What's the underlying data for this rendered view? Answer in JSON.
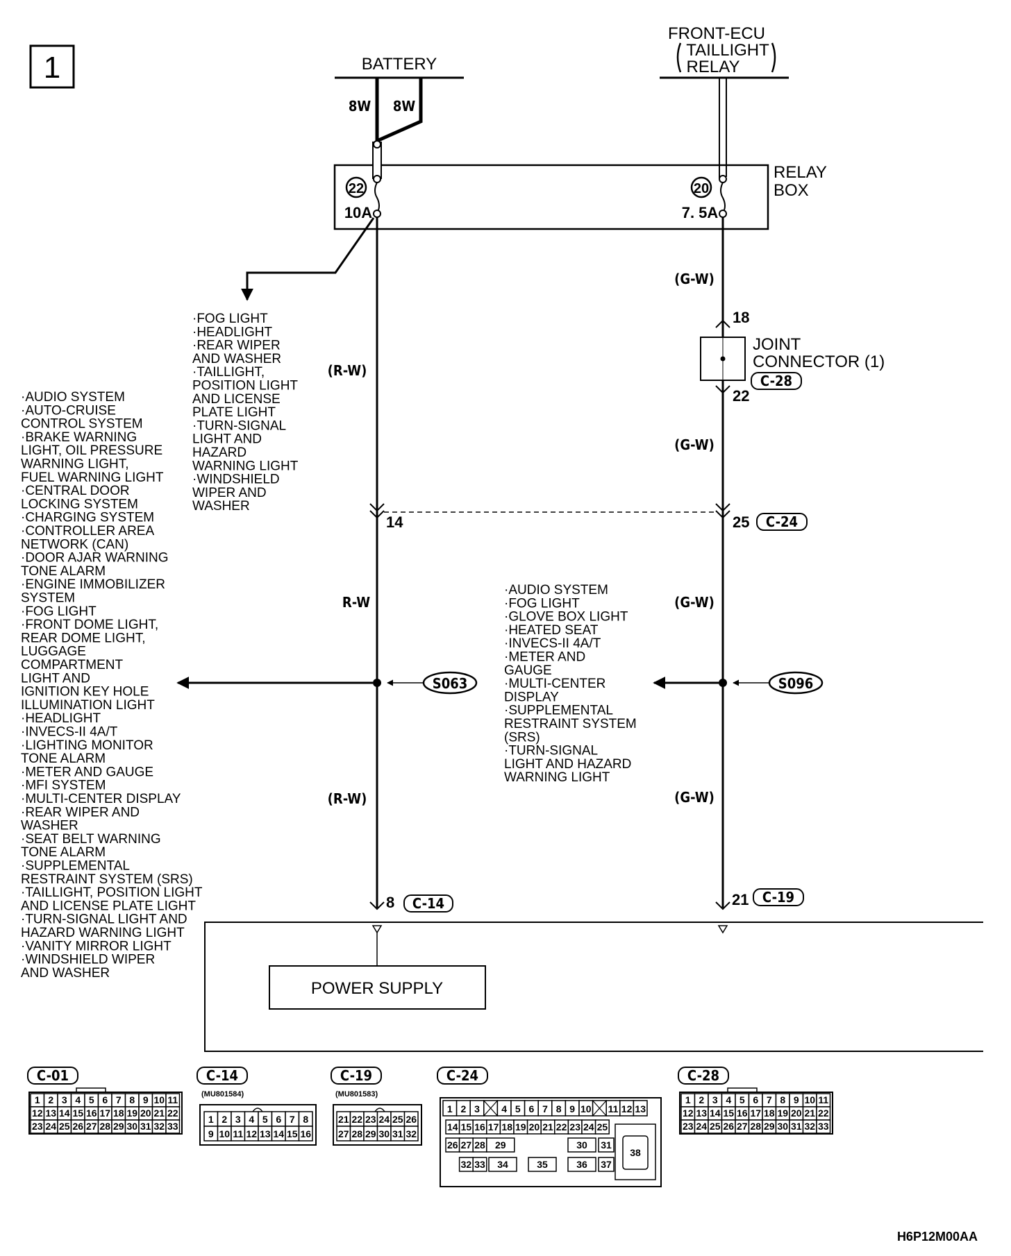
{
  "page_number": "1",
  "figure_code": "H6P12M00AA",
  "battery": {
    "label": "BATTERY",
    "wire_left": "8W",
    "wire_right": "8W"
  },
  "front_ecu": {
    "line1": "FRONT-ECU",
    "line2": "TAILLIGHT",
    "line3": "RELAY"
  },
  "relay_box": {
    "label_line1": "RELAY",
    "label_line2": "BOX",
    "fuse_left_number": "22",
    "fuse_left_rating": "10A",
    "fuse_right_number": "20",
    "fuse_right_rating": "7. 5A"
  },
  "left_circuit": {
    "wire_rw_1": "(R-W)",
    "wire_rw_2": "R-W",
    "wire_rw_3": "(R-W)",
    "pin_14": "14",
    "pin_8": "8",
    "connector_c14": "C-14",
    "splice": "S063"
  },
  "right_circuit": {
    "wire_gw_1": "(G-W)",
    "wire_gw_2": "(G-W)",
    "wire_gw_3": "(G-W)",
    "wire_gw_4": "(G-W)",
    "pin_18": "18",
    "pin_22": "22",
    "pin_25": "25",
    "pin_21": "21",
    "joint_line1": "JOINT",
    "joint_line2": "CONNECTOR (1)",
    "connector_c28": "C-28",
    "connector_c24": "C-24",
    "connector_c19": "C-19",
    "splice": "S096"
  },
  "fuse22_list": [
    "·FOG LIGHT",
    "·HEADLIGHT",
    "·REAR WIPER",
    " AND WASHER",
    "·TAILLIGHT,",
    " POSITION LIGHT",
    " AND LICENSE",
    " PLATE LIGHT",
    "·TURN-SIGNAL",
    " LIGHT AND",
    " HAZARD",
    " WARNING LIGHT",
    "·WINDSHIELD",
    " WIPER AND",
    " WASHER"
  ],
  "s063_list": [
    "·AUDIO SYSTEM",
    "·AUTO-CRUISE",
    " CONTROL SYSTEM",
    "·BRAKE WARNING",
    " LIGHT, OIL PRESSURE",
    " WARNING LIGHT,",
    " FUEL WARNING LIGHT",
    "·CENTRAL DOOR",
    " LOCKING SYSTEM",
    "·CHARGING SYSTEM",
    "·CONTROLLER AREA",
    " NETWORK (CAN)",
    "·DOOR AJAR WARNING",
    " TONE ALARM",
    "·ENGINE IMMOBILIZER",
    " SYSTEM",
    "·FOG LIGHT",
    "·FRONT DOME LIGHT,",
    " REAR DOME LIGHT,",
    " LUGGAGE",
    " COMPARTMENT",
    " LIGHT AND",
    " IGNITION KEY HOLE",
    " ILLUMINATION LIGHT",
    "·HEADLIGHT",
    "·INVECS-II 4A/T",
    "·LIGHTING MONITOR",
    " TONE ALARM",
    "·METER AND GAUGE",
    "·MFI SYSTEM",
    "·MULTI-CENTER DISPLAY",
    "·REAR WIPER AND",
    " WASHER",
    "·SEAT BELT WARNING",
    " TONE ALARM",
    "·SUPPLEMENTAL",
    " RESTRAINT SYSTEM (SRS)",
    "·TAILLIGHT, POSITION LIGHT",
    " AND LICENSE PLATE LIGHT",
    "·TURN-SIGNAL LIGHT AND",
    " HAZARD WARNING LIGHT",
    "·VANITY MIRROR LIGHT",
    "·WINDSHIELD WIPER",
    " AND WASHER"
  ],
  "s096_list": [
    "·AUDIO SYSTEM",
    "·FOG LIGHT",
    "·GLOVE BOX LIGHT",
    "·HEATED SEAT",
    "·INVECS-II 4A/T",
    "·METER AND",
    " GAUGE",
    "·MULTI-CENTER",
    " DISPLAY",
    "·SUPPLEMENTAL",
    " RESTRAINT SYSTEM",
    " (SRS)",
    "·TURN-SIGNAL",
    " LIGHT AND HAZARD",
    " WARNING LIGHT"
  ],
  "power_supply": "POWER SUPPLY",
  "connector_views": {
    "c01": {
      "label": "C-01",
      "rows": [
        [
          "1",
          "2",
          "3",
          "4",
          "5",
          "6",
          "7",
          "8",
          "9",
          "10",
          "11"
        ],
        [
          "12",
          "13",
          "14",
          "15",
          "16",
          "17",
          "18",
          "19",
          "20",
          "21",
          "22"
        ],
        [
          "23",
          "24",
          "25",
          "26",
          "27",
          "28",
          "29",
          "30",
          "31",
          "32",
          "33"
        ]
      ]
    },
    "c14": {
      "label": "C-14",
      "part": "(MU801584)",
      "rows": [
        [
          "1",
          "2",
          "3",
          "4",
          "5",
          "6",
          "7",
          "8"
        ],
        [
          "9",
          "10",
          "11",
          "12",
          "13",
          "14",
          "15",
          "16"
        ]
      ]
    },
    "c19": {
      "label": "C-19",
      "part": "(MU801583)",
      "rows": [
        [
          "21",
          "22",
          "23",
          "24",
          "25",
          "26"
        ],
        [
          "27",
          "28",
          "29",
          "30",
          "31",
          "32"
        ]
      ]
    },
    "c24": {
      "label": "C-24",
      "row1": [
        "1",
        "2",
        "3",
        "",
        "4",
        "5",
        "6",
        "7",
        "8",
        "9",
        "10",
        "",
        "11",
        "12",
        "13"
      ],
      "row2": [
        "14",
        "15",
        "16",
        "17",
        "18",
        "19",
        "20",
        "21",
        "22",
        "23",
        "24",
        "25"
      ],
      "row3": [
        "26",
        "27",
        "28",
        "29",
        "30",
        "31"
      ],
      "row4": [
        "32",
        "33",
        "34",
        "35",
        "36",
        "37"
      ],
      "big": "38"
    },
    "c28": {
      "label": "C-28",
      "rows": [
        [
          "1",
          "2",
          "3",
          "4",
          "5",
          "6",
          "7",
          "8",
          "9",
          "10",
          "11"
        ],
        [
          "12",
          "13",
          "14",
          "15",
          "16",
          "17",
          "18",
          "19",
          "20",
          "21",
          "22"
        ],
        [
          "23",
          "24",
          "25",
          "26",
          "27",
          "28",
          "29",
          "30",
          "31",
          "32",
          "33"
        ]
      ]
    }
  }
}
